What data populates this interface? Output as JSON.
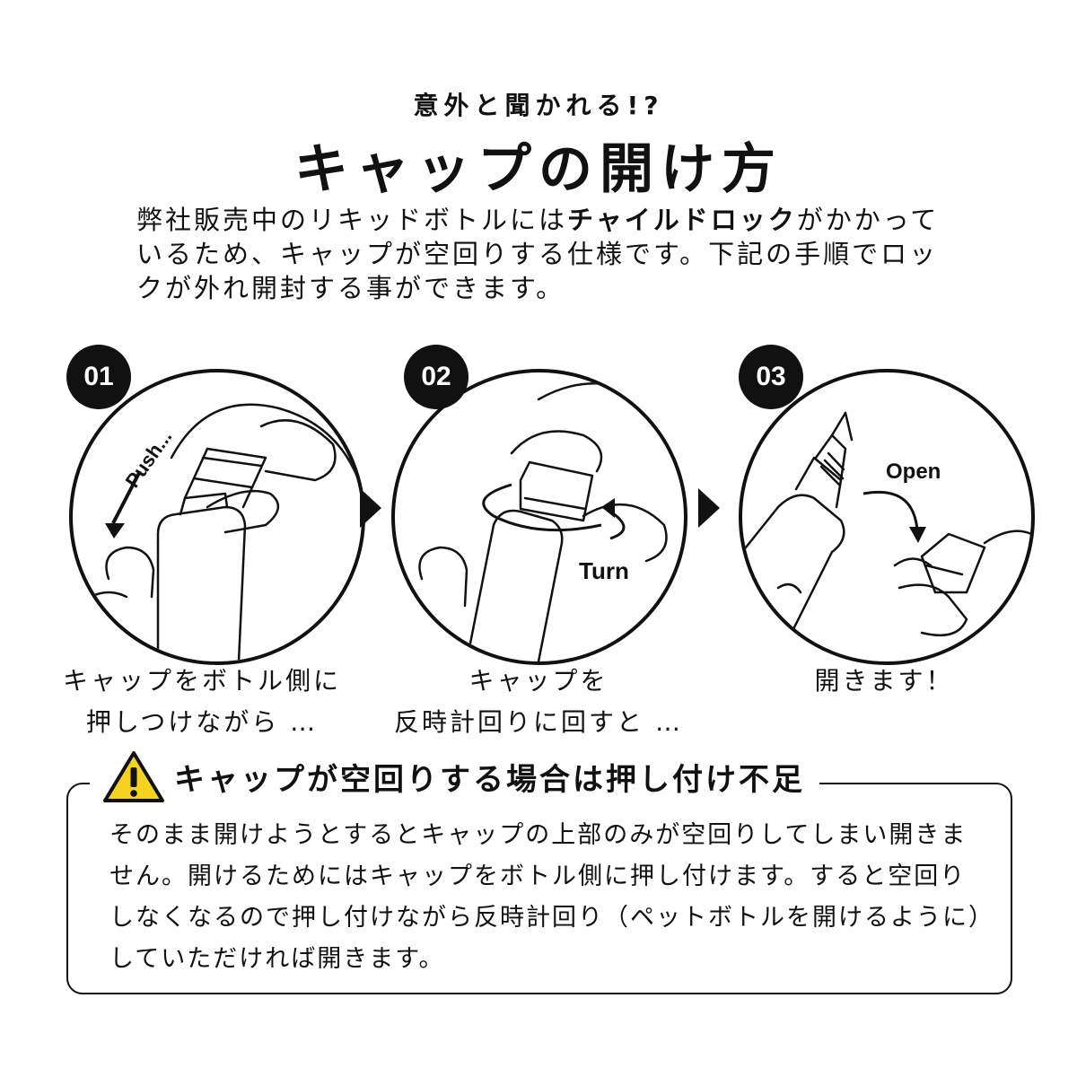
{
  "header": {
    "subtitle": "意外と聞かれる!?",
    "title": "キャップの開け方"
  },
  "intro": {
    "before": "弊社販売中のリキッドボトルには",
    "emphasis": "チャイルドロック",
    "after": "がかかっているため、キャップが空回りする仕様です。下記の手順でロックが外れ開封する事ができます。"
  },
  "steps": [
    {
      "number": "01",
      "label": "Push...",
      "caption_line1": "キャップをボトル側に",
      "caption_line2": "押しつけながら …"
    },
    {
      "number": "02",
      "label": "Turn",
      "caption_line1": "キャップを",
      "caption_line2": "反時計回りに回すと …"
    },
    {
      "number": "03",
      "label": "Open",
      "caption_line1": "開きます！",
      "caption_line2": ""
    }
  ],
  "icons": {
    "warning": "warning-triangle-icon",
    "next": "play-arrow-icon"
  },
  "note": {
    "title": "キャップが空回りする場合は押し付け不足",
    "lines": [
      "そのまま開けようとするとキャップの上部のみが空回りしてしまい開きま",
      "せん。開けるためにはキャップをボトル側に押し付けます。すると空回り",
      "しなくなるので押し付けながら反時計回り（ペットボトルを開けるように）",
      "していただければ開きます。"
    ]
  },
  "colors": {
    "text": "#111111",
    "background": "#ffffff",
    "warning": "#f5d21f"
  }
}
